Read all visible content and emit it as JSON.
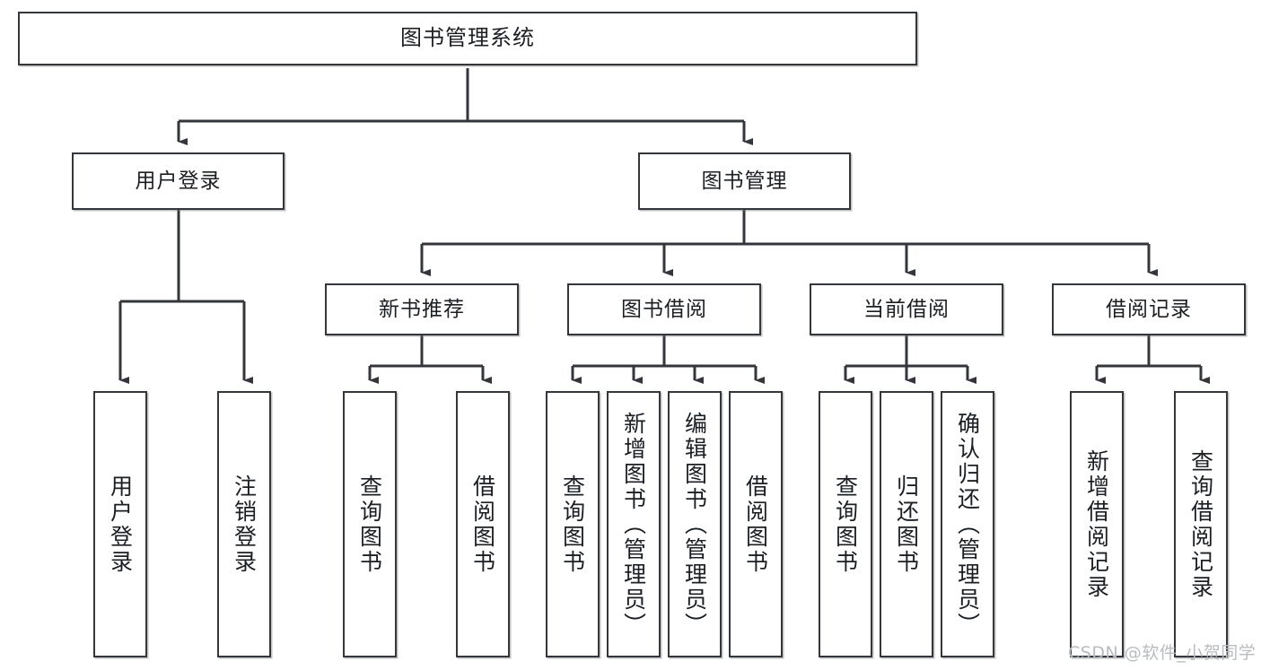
{
  "diagram": {
    "title": "图书管理系统",
    "type": "功能结构图",
    "watermark": "CSDN @软件_小贺同学",
    "colors": {
      "node_border": "#33373b",
      "node_fill": "#ffffff",
      "edge": "#33373b",
      "text": "#1b1f23",
      "watermark": "#b9bcbf",
      "background": "#ffffff"
    },
    "nodes": {
      "root": {
        "label": "图书管理系统"
      },
      "level2": [
        {
          "id": "user-login",
          "label": "用户登录"
        },
        {
          "id": "book-manage",
          "label": "图书管理"
        }
      ],
      "level3": [
        {
          "id": "new-book-recommend",
          "label": "新书推荐"
        },
        {
          "id": "book-borrow",
          "label": "图书借阅"
        },
        {
          "id": "current-borrow",
          "label": "当前借阅"
        },
        {
          "id": "borrow-record",
          "label": "借阅记录"
        }
      ],
      "leaves": {
        "user_login": [
          {
            "id": "leaf-user-login",
            "label": "用户登录"
          },
          {
            "id": "leaf-logout-login",
            "label": "注销登录"
          }
        ],
        "new_book_recommend": [
          {
            "id": "leaf-query-book-1",
            "label": "查询图书"
          },
          {
            "id": "leaf-borrow-book-1",
            "label": "借阅图书"
          }
        ],
        "book_borrow": [
          {
            "id": "leaf-query-book-2",
            "label": "查询图书"
          },
          {
            "id": "leaf-add-book",
            "label": "新增图书（管理员）"
          },
          {
            "id": "leaf-edit-book",
            "label": "编辑图书（管理员）"
          },
          {
            "id": "leaf-borrow-book-2",
            "label": "借阅图书"
          }
        ],
        "current_borrow": [
          {
            "id": "leaf-query-book-3",
            "label": "查询图书"
          },
          {
            "id": "leaf-return-book",
            "label": "归还图书"
          },
          {
            "id": "leaf-confirm-return",
            "label": "确认归还（管理员）"
          }
        ],
        "borrow_record": [
          {
            "id": "leaf-add-record",
            "label": "新增借阅记录"
          },
          {
            "id": "leaf-query-record",
            "label": "查询借阅记录"
          }
        ]
      }
    }
  }
}
